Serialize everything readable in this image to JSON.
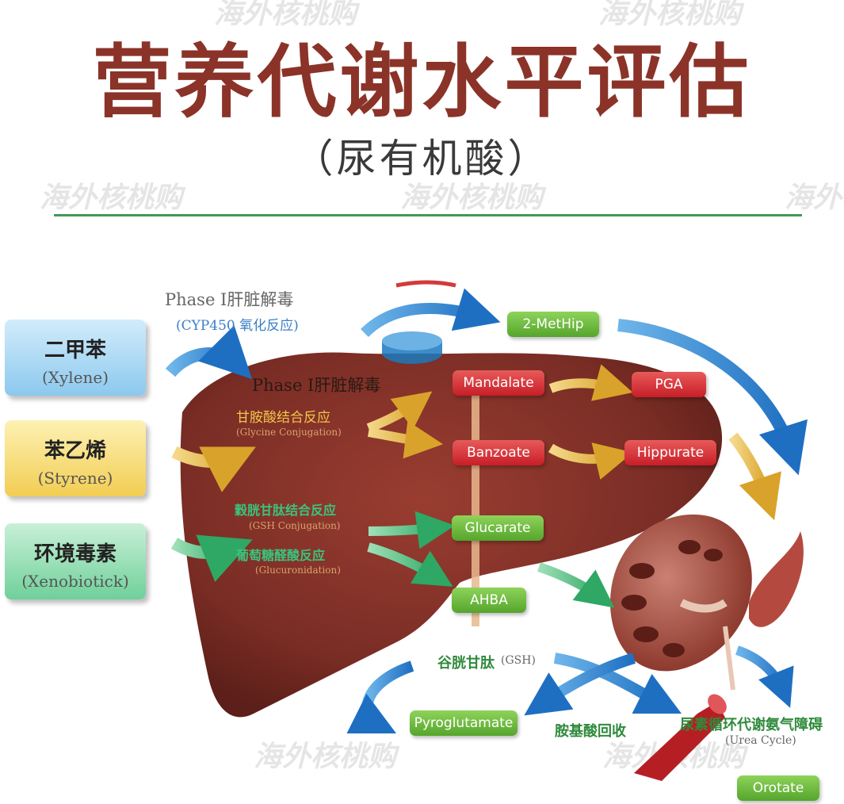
{
  "title": "营养代谢水平评估",
  "subtitle": "（尿有机酸）",
  "watermark": "海外核桃购",
  "inputs": [
    {
      "zh": "二甲苯",
      "en": "(Xylene)"
    },
    {
      "zh": "苯乙烯",
      "en": "(Styrene)"
    },
    {
      "zh": "环境毒素",
      "en": "(Xenobiotick)"
    }
  ],
  "phase1": {
    "label": "Phase Ⅰ肝脏解毒",
    "sub": "(CYP450 氧化反应)"
  },
  "phase2": {
    "label": "Phase Ⅰ肝脏解毒"
  },
  "reactions": {
    "glycine": {
      "zh": "甘胺酸结合反应",
      "en": "(Glycine Conjugation)"
    },
    "gsh": {
      "zh": "穀胱甘肽结合反应",
      "en": "(GSH Conjugation)"
    },
    "glucuronidation": {
      "zh": "葡萄糖醛酸反应",
      "en": "(Glucuronidation)"
    }
  },
  "markers": {
    "methip": "2-MetHip",
    "mandalate": "Mandalate",
    "pga": "PGA",
    "banzoate": "Banzoate",
    "hippurate": "Hippurate",
    "glucarate": "Glucarate",
    "ahba": "AHBA",
    "pyroglutamate": "Pyroglutamate",
    "orotate": "Orotate"
  },
  "gsh_cycle": {
    "label": "谷胱甘肽",
    "sub": "(GSH)"
  },
  "amino_recovery": "胺基酸回收",
  "urea": {
    "label": "尿素循环代谢氨气障碍",
    "sub": "(Urea Cycle)"
  },
  "colors": {
    "title": "#8b3328",
    "liver": "#7e2f26",
    "marker_red": "#d42a32",
    "marker_green": "#62b236",
    "arrow_blue": "#2a86d2",
    "arrow_yellow": "#e6b437",
    "arrow_green": "#3fb672",
    "rule": "#3f9a55"
  }
}
